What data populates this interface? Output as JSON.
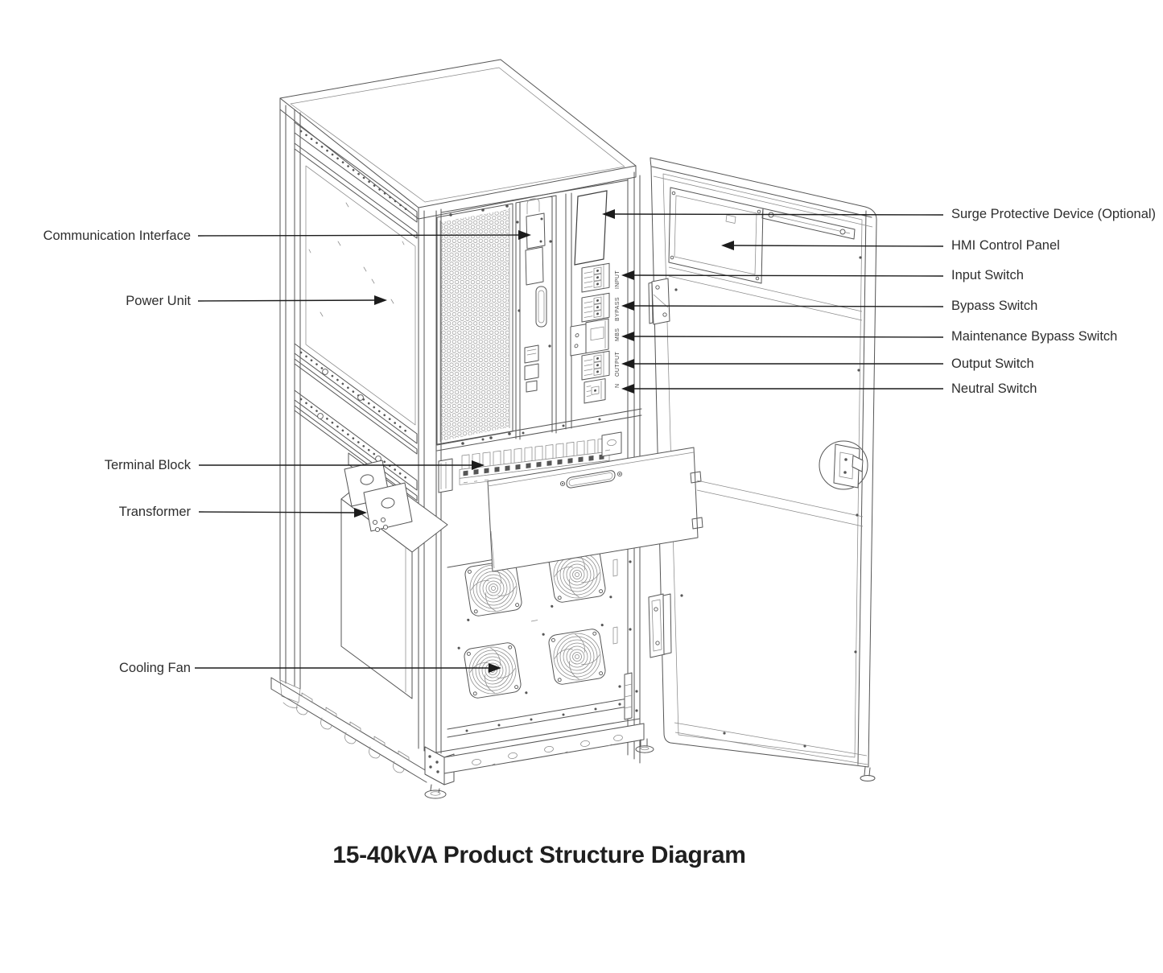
{
  "title": "15-40kVA Product Structure Diagram",
  "labels": {
    "left": [
      {
        "text": "Communication Interface"
      },
      {
        "text": "Power Unit"
      },
      {
        "text": "Terminal Block"
      },
      {
        "text": "Transformer"
      },
      {
        "text": "Cooling Fan"
      }
    ],
    "right": [
      {
        "text": "Surge Protective Device (Optional)"
      },
      {
        "text": "HMI Control Panel"
      },
      {
        "text": "Input Switch"
      },
      {
        "text": "Bypass Switch"
      },
      {
        "text": "Maintenance Bypass Switch"
      },
      {
        "text": "Output Switch"
      },
      {
        "text": "Neutral Switch"
      }
    ]
  },
  "switch_markings": {
    "input": "INPUT",
    "bypass": "BYPASS",
    "mbs": "MBS",
    "output": "OUTPUT",
    "neutral": "N"
  },
  "colors": {
    "background": "#ffffff",
    "line": "#565656",
    "line_light": "#8a8a8a",
    "leader": "#1c1c1c",
    "label_text": "#2e2e2e",
    "title_text": "#1f1f1f"
  }
}
